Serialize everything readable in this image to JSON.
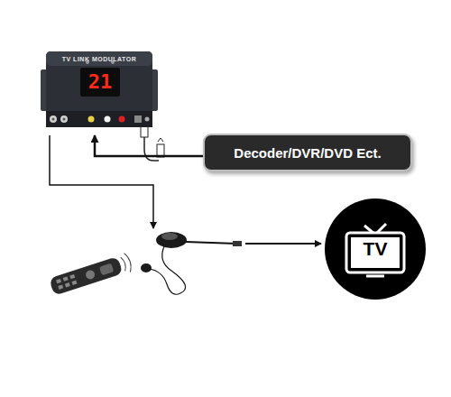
{
  "diagram": {
    "nodes": [
      {
        "text": [
          "TV LINK MODULATOR",
          "21"
        ]
      },
      {
        "text": [
          "Decoder/DVR/DVD Ect."
        ]
      },
      {
        "text": [
          "TV"
        ]
      }
    ],
    "edges": [
      {
        "from": 1,
        "to": 0,
        "arrow": "to"
      }
    ]
  }
}
